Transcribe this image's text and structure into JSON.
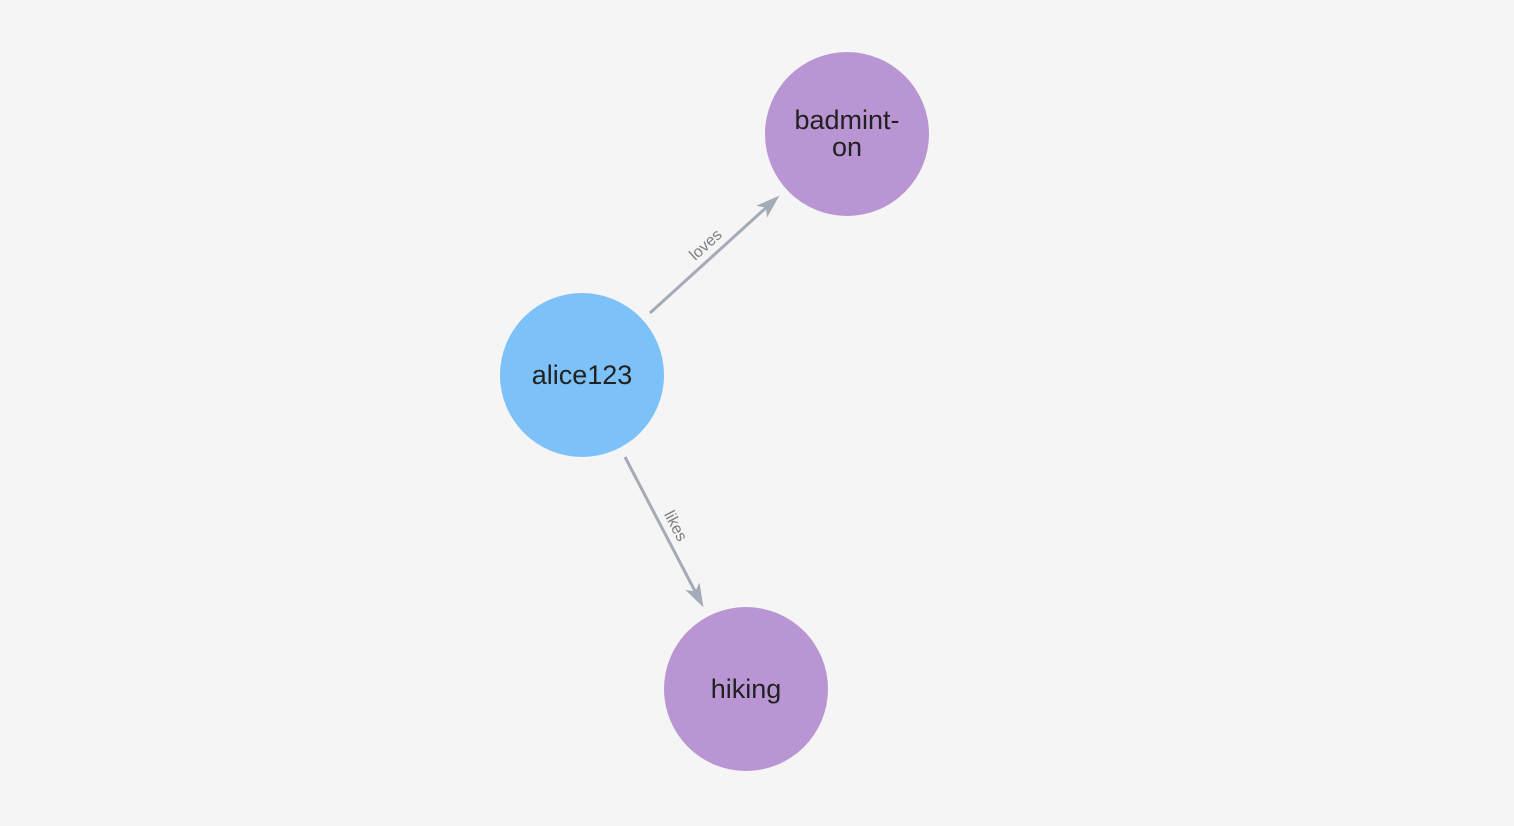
{
  "canvas": {
    "background": "#f4f5f4"
  },
  "graph": {
    "nodes": [
      {
        "id": "alice123",
        "label": "alice123",
        "display_label": "alice123",
        "color": "#7cc1f7",
        "text_color": "#212121"
      },
      {
        "id": "badminton",
        "label": "badminton",
        "display_label": "badmint-\non",
        "color": "#b995d3",
        "text_color": "#212121"
      },
      {
        "id": "hiking",
        "label": "hiking",
        "display_label": "hiking",
        "color": "#b995d3",
        "text_color": "#212121"
      }
    ],
    "edges": [
      {
        "from": "alice123",
        "to": "badminton",
        "label": "loves"
      },
      {
        "from": "alice123",
        "to": "hiking",
        "label": "likes"
      }
    ]
  },
  "colors": {
    "background": "#f4f5f4",
    "node_blue": "#7cc1f7",
    "node_purple": "#b995d3",
    "node_text": "#212121",
    "edge": "#a5abb6",
    "edge_label": "#7d7f87"
  }
}
